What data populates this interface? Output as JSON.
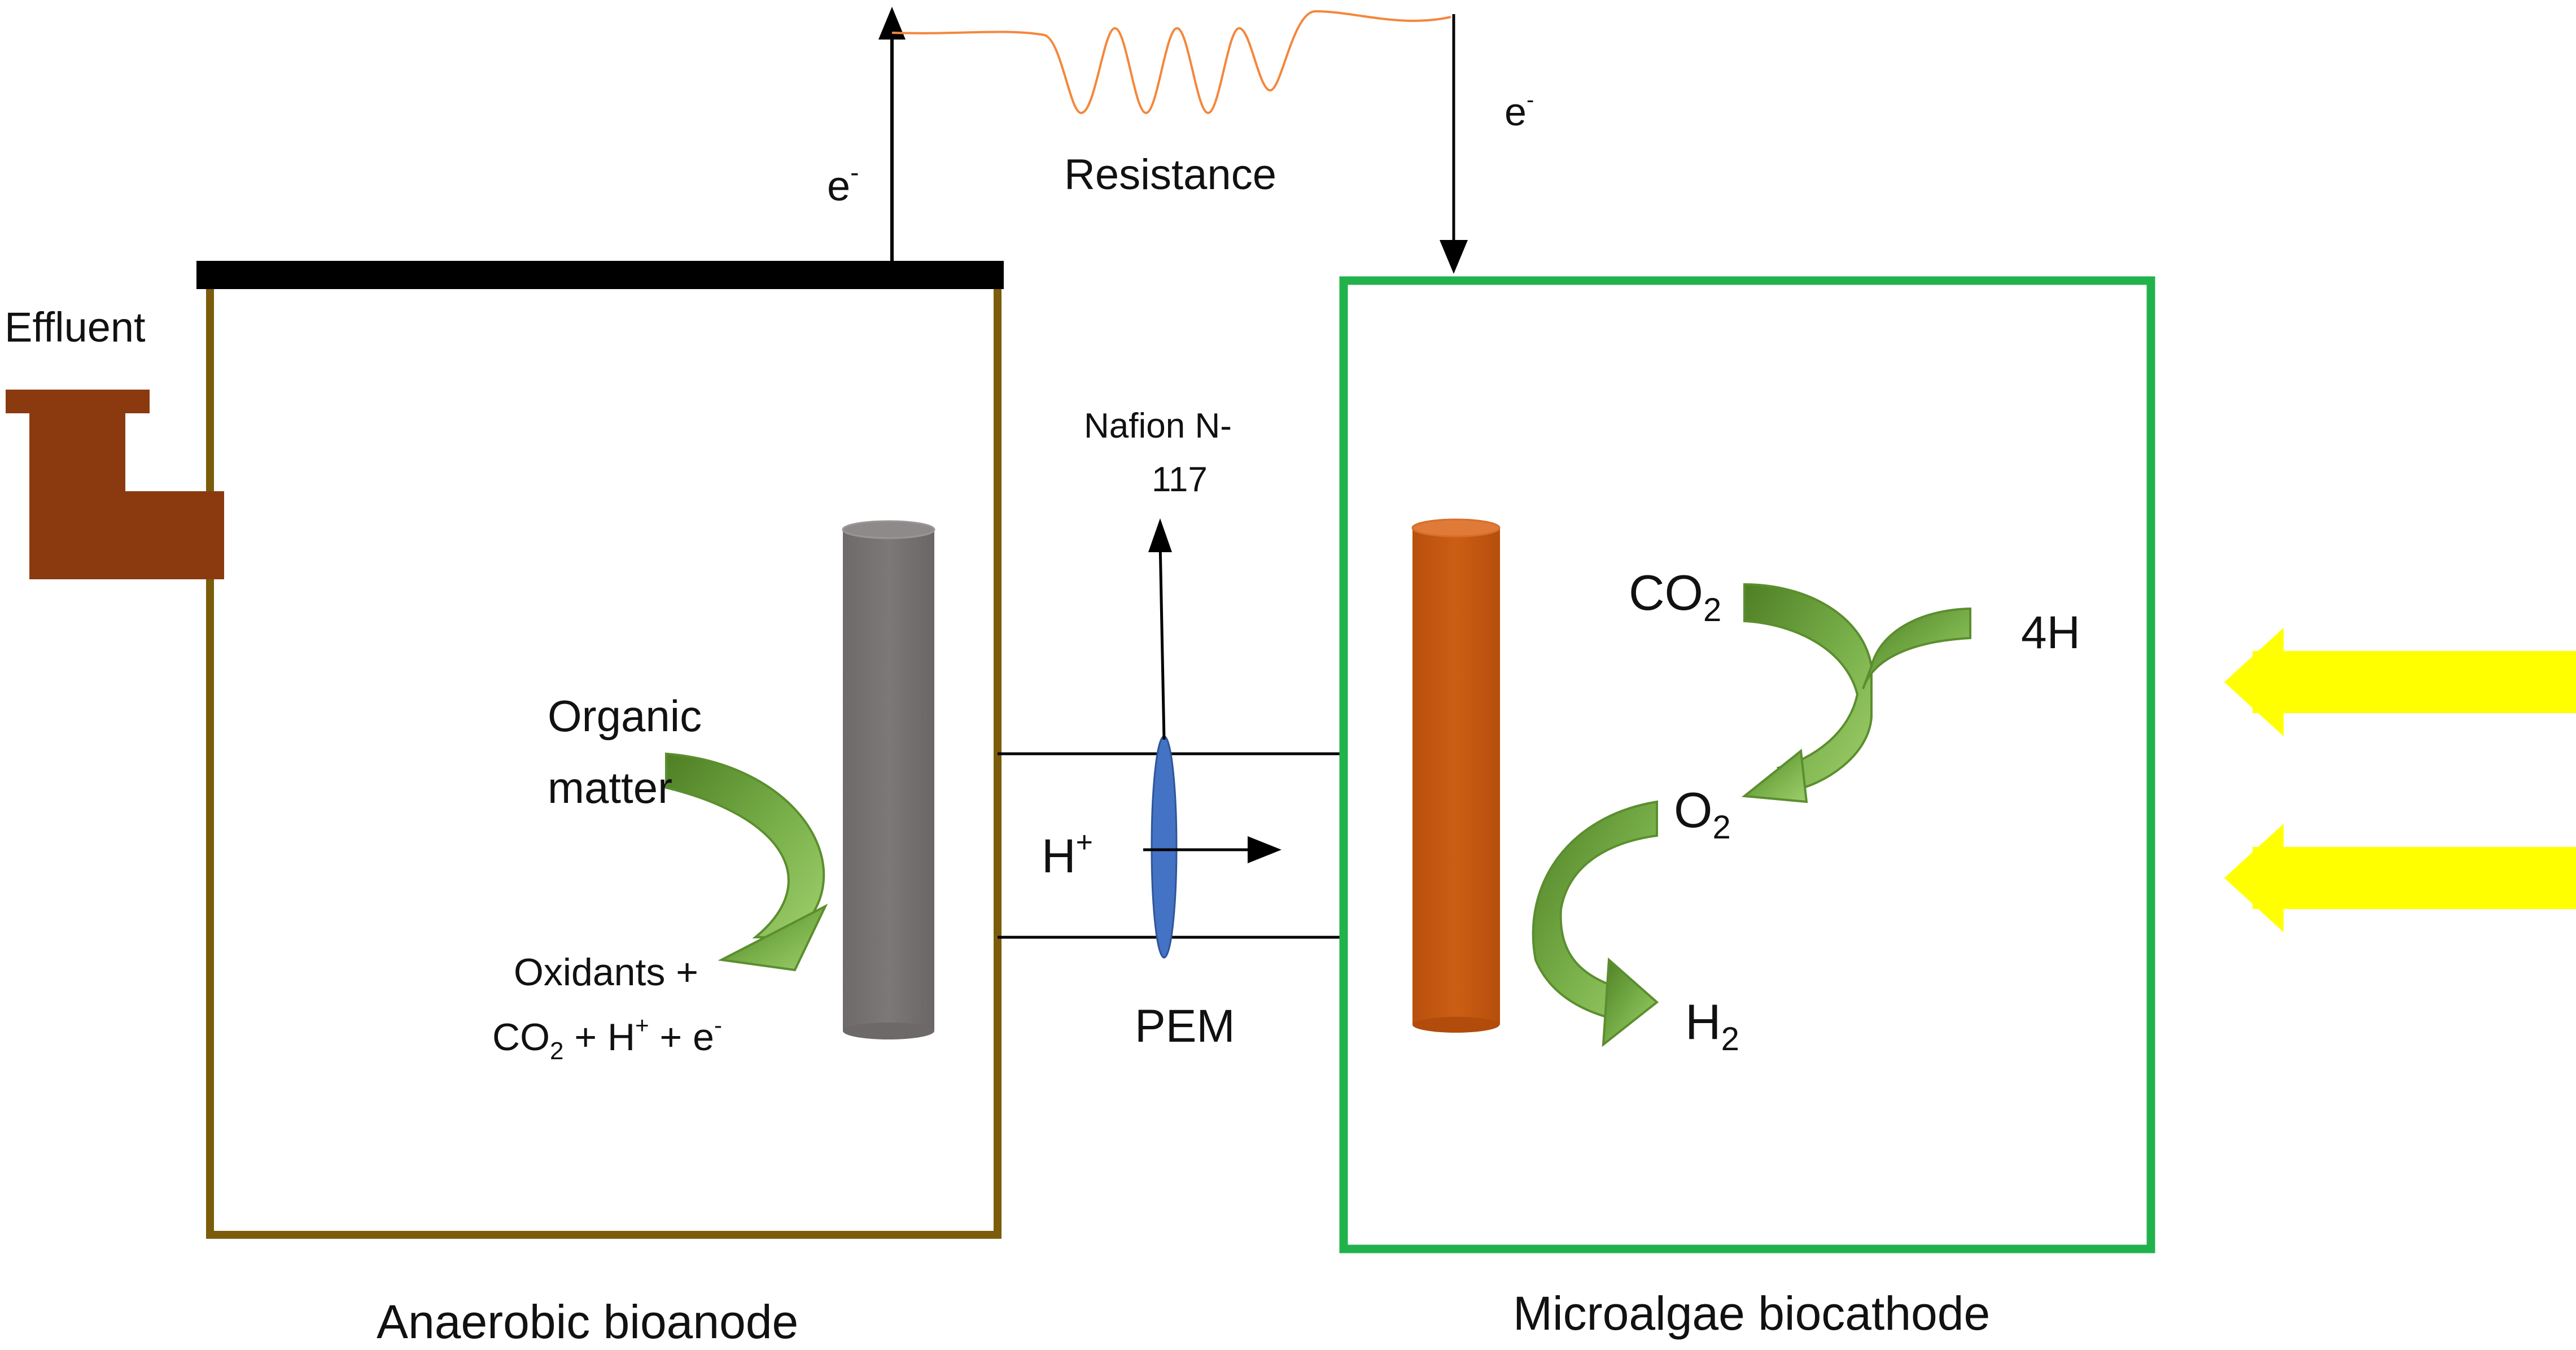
{
  "labels": {
    "effluent": "Effluent",
    "e_left": "e",
    "e_left_sup": "-",
    "e_right": "e",
    "e_right_sup": "-",
    "resistance": "Resistance",
    "nafion_line1": "Nafion N-",
    "nafion_line2": "117",
    "h_plus": "H",
    "h_plus_sup": "+",
    "pem": "PEM",
    "organic_line1": "Organic",
    "organic_line2": "matter",
    "oxidants_line1": "Oxidants +",
    "oxidants_line2_a": "CO",
    "oxidants_line2_sub": "2",
    "oxidants_line2_b": " + H",
    "oxidants_line2_sup1": "+",
    "oxidants_line2_c": " + e",
    "oxidants_line2_sup2": "-",
    "co2": "CO",
    "co2_sub": "2",
    "four_h": "4H",
    "o2": "O",
    "o2_sub": "2",
    "h2": "H",
    "h2_sub": "2",
    "anode_caption": "Anaerobic bioanode",
    "cathode_caption": "Microalgae biocathode"
  },
  "colors": {
    "anode_wall": "#7a5c0a",
    "cathode_wall": "#22b24c",
    "electrode_bar": "#000000",
    "effluent_pipe": "#8b3a10",
    "anode_rod": "#787373",
    "cathode_rod": "#c55a11",
    "pem_membrane": "#4472c4",
    "green_arrow": "#5b8e2e",
    "resistor_wire": "#f4873c",
    "light_arrow": "#ffff00"
  }
}
